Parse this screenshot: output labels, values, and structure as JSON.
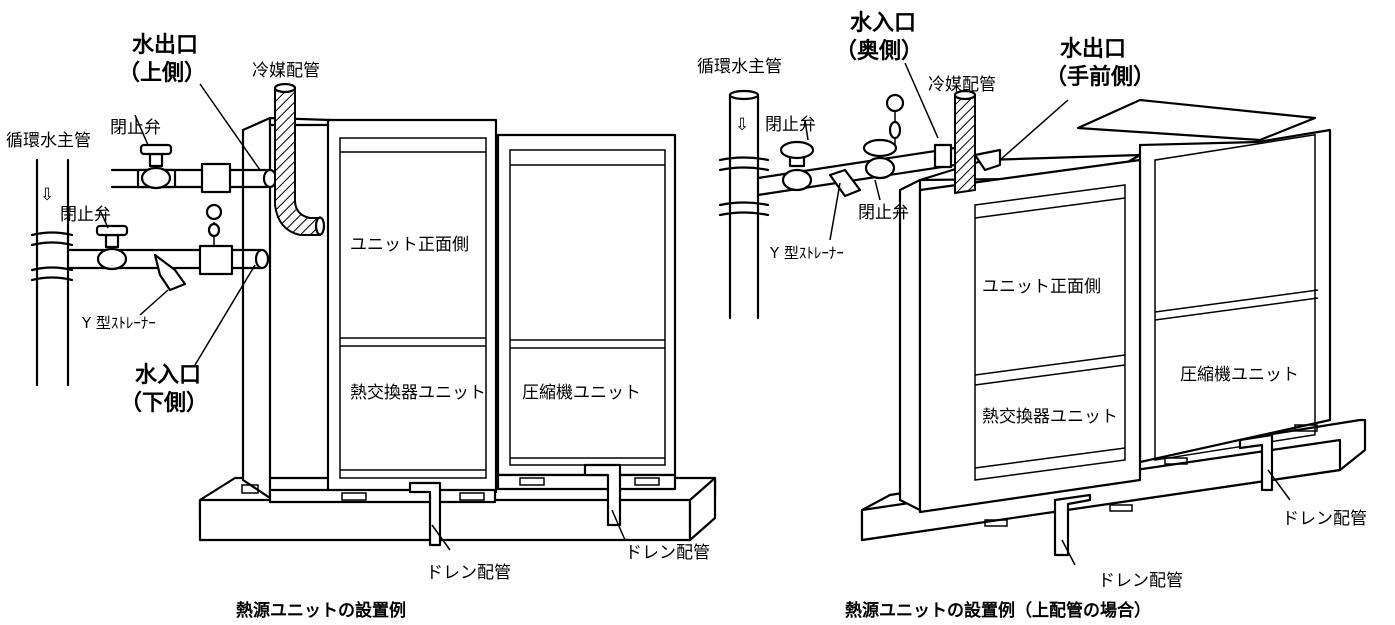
{
  "left": {
    "caption": "熱源ユニットの設置例",
    "water_outlet": {
      "line1": "水出口",
      "line2": "（上側）"
    },
    "water_inlet": {
      "line1": "水入口",
      "line2": "（下側）"
    },
    "refrigerant_pipe": "冷媒配管",
    "main_pipe": "循環水主管",
    "stop_valve_top": "閉止弁",
    "stop_valve_bottom": "閉止弁",
    "arrow": "⇩",
    "strainer": "Y 型ｽﾄﾚｰﾅｰ",
    "unit_front": "ユニット正面側",
    "heat_exchanger": "熱交換器ユニット",
    "compressor": "圧縮機ユニット",
    "drain_1": "ドレン配管",
    "drain_2": "ドレン配管"
  },
  "right": {
    "caption": "熱源ユニットの設置例（上配管の場合）",
    "water_inlet": {
      "line1": "水入口",
      "line2": "（奥側）"
    },
    "water_outlet": {
      "line1": "水出口",
      "line2": "（手前側）"
    },
    "refrigerant_pipe": "冷媒配管",
    "main_pipe": "循環水主管",
    "stop_valve_top": "閉止弁",
    "stop_valve_bottom": "閉止弁",
    "arrow": "⇩",
    "strainer": "Y 型ｽﾄﾚｰﾅｰ",
    "unit_front": "ユニット正面側",
    "heat_exchanger": "熱交換器ユニット",
    "compressor": "圧縮機ユニット",
    "drain_1": "ドレン配管",
    "drain_2": "ドレン配管"
  }
}
